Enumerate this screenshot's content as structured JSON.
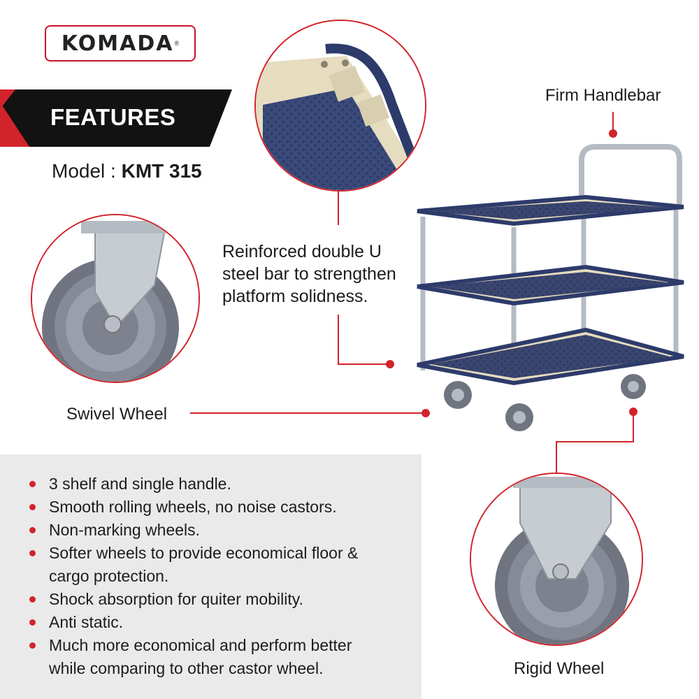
{
  "brand": {
    "name": "KOMADA",
    "registered": "®"
  },
  "banner": {
    "label": "FEATURES"
  },
  "model": {
    "prefix": "Model : ",
    "code": "KMT 315"
  },
  "callouts": {
    "handlebar": "Firm Handlebar",
    "reinforced_lines": [
      "Reinforced double U",
      "steel bar to strengthen",
      "platform solidness."
    ],
    "swivel": "Swivel Wheel",
    "rigid": "Rigid Wheel"
  },
  "features": [
    [
      "3 shelf and single handle."
    ],
    [
      "Smooth rolling wheels, no noise castors."
    ],
    [
      "Non-marking wheels."
    ],
    [
      "Softer wheels to provide economical floor &",
      "cargo protection."
    ],
    [
      "Shock absorption for quiter mobility."
    ],
    [
      "Anti static."
    ],
    [
      "Much more economical and perform better",
      "while comparing to other castor wheel."
    ]
  ],
  "colors": {
    "accent_red": "#d2232a",
    "banner_black": "#121212",
    "platform_blue": "#2d3b6b",
    "frame_beige": "#e6dcbf",
    "chrome": "#c7ccd2",
    "wheel_grey": "#6f7480",
    "panel_grey": "#eaeaea"
  }
}
